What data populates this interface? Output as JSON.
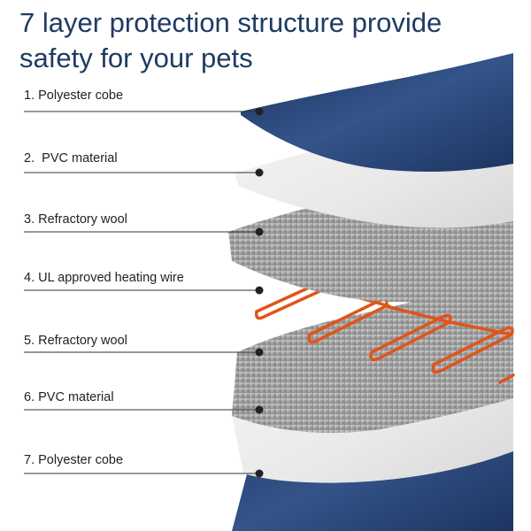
{
  "title": {
    "line1": "7 layer protection structure provide",
    "line2": "safety for your pets"
  },
  "layers": [
    {
      "label": "1. Polyester cobe"
    },
    {
      "label": "2.  PVC material"
    },
    {
      "label": "3. Refractory wool"
    },
    {
      "label": "4. UL approved heating wire"
    },
    {
      "label": "5. Refractory wool"
    },
    {
      "label": "6. PVC material"
    },
    {
      "label": "7. Polyester cobe"
    }
  ],
  "colors": {
    "title": "#1f3b63",
    "polyester": "#2a4676",
    "pvc": "#efefef",
    "wool": "#a8a8a8",
    "wire": "#e0541a"
  }
}
